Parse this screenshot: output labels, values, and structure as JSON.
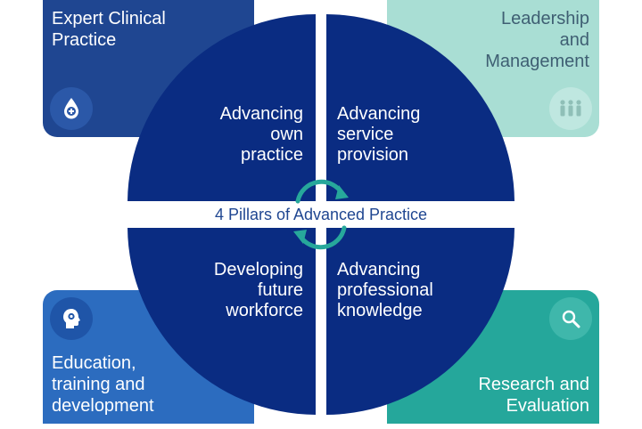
{
  "corners": {
    "top_left": {
      "title": "Expert Clinical\nPractice",
      "icon": "drop-plus-icon"
    },
    "top_right": {
      "title": "Leadership\nand\nManagement",
      "icon": "people-group-icon"
    },
    "bottom_left": {
      "title": "Education,\ntraining and\ndevelopment",
      "icon": "head-gear-icon"
    },
    "bottom_right": {
      "title": "Research and\nEvaluation",
      "icon": "magnifier-icon"
    }
  },
  "quadrants": {
    "top_left": "Advancing\nown\npractice",
    "top_right": "Advancing\nservice\nprovision",
    "bottom_left": "Developing\nfuture\nworkforce",
    "bottom_right": "Advancing\nprofessional\nknowledge"
  },
  "center_label": "4 Pillars of Advanced Practice",
  "colors": {
    "circle": "#0a2c82",
    "top_left_box": "#1f4691",
    "top_right_box": "#a9ded4",
    "bottom_left_box": "#2c6cbf",
    "bottom_right_box": "#25a79b",
    "arrows": "#27a89b"
  }
}
